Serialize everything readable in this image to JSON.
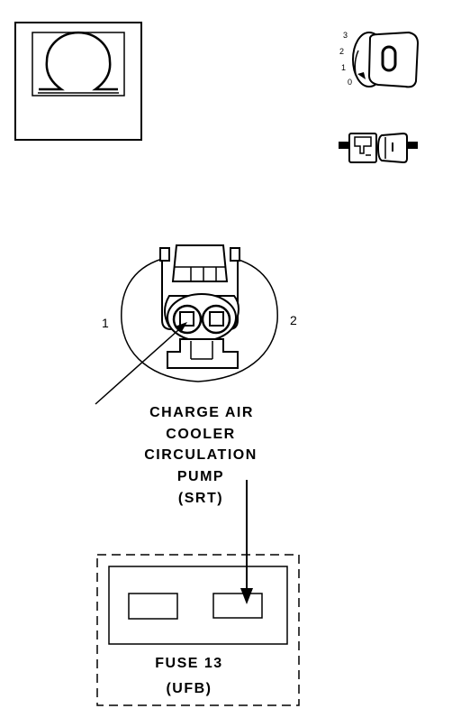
{
  "ignition_positions": [
    "3",
    "2",
    "1",
    "0"
  ],
  "connector": {
    "pin_left": "1",
    "pin_right": "2",
    "label_lines": [
      "CHARGE AIR",
      "COOLER",
      "CIRCULATION",
      "PUMP",
      "(SRT)"
    ]
  },
  "fuse": {
    "label_lines": [
      "FUSE 13",
      "(UFB)"
    ]
  }
}
